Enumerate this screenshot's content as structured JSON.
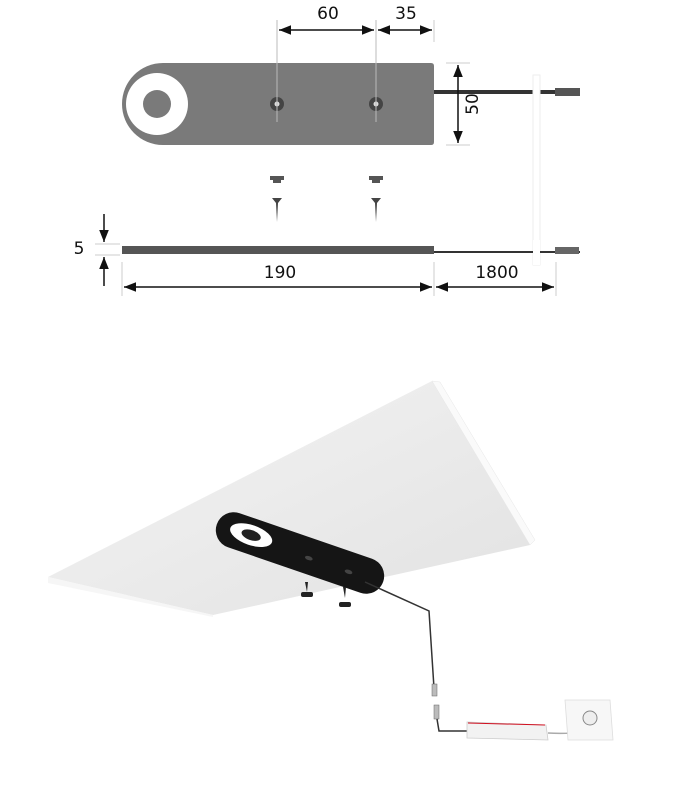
{
  "dimensions": {
    "hole_spacing": "60",
    "hole_to_end": "35",
    "width": "50",
    "thickness": "5",
    "length": "190",
    "cable_length": "1800"
  },
  "colors": {
    "body": "#7a7a7a",
    "dark": "#3a3a3a",
    "plate": "#151515",
    "shelf": "#ececec",
    "accent": "#d01020"
  }
}
